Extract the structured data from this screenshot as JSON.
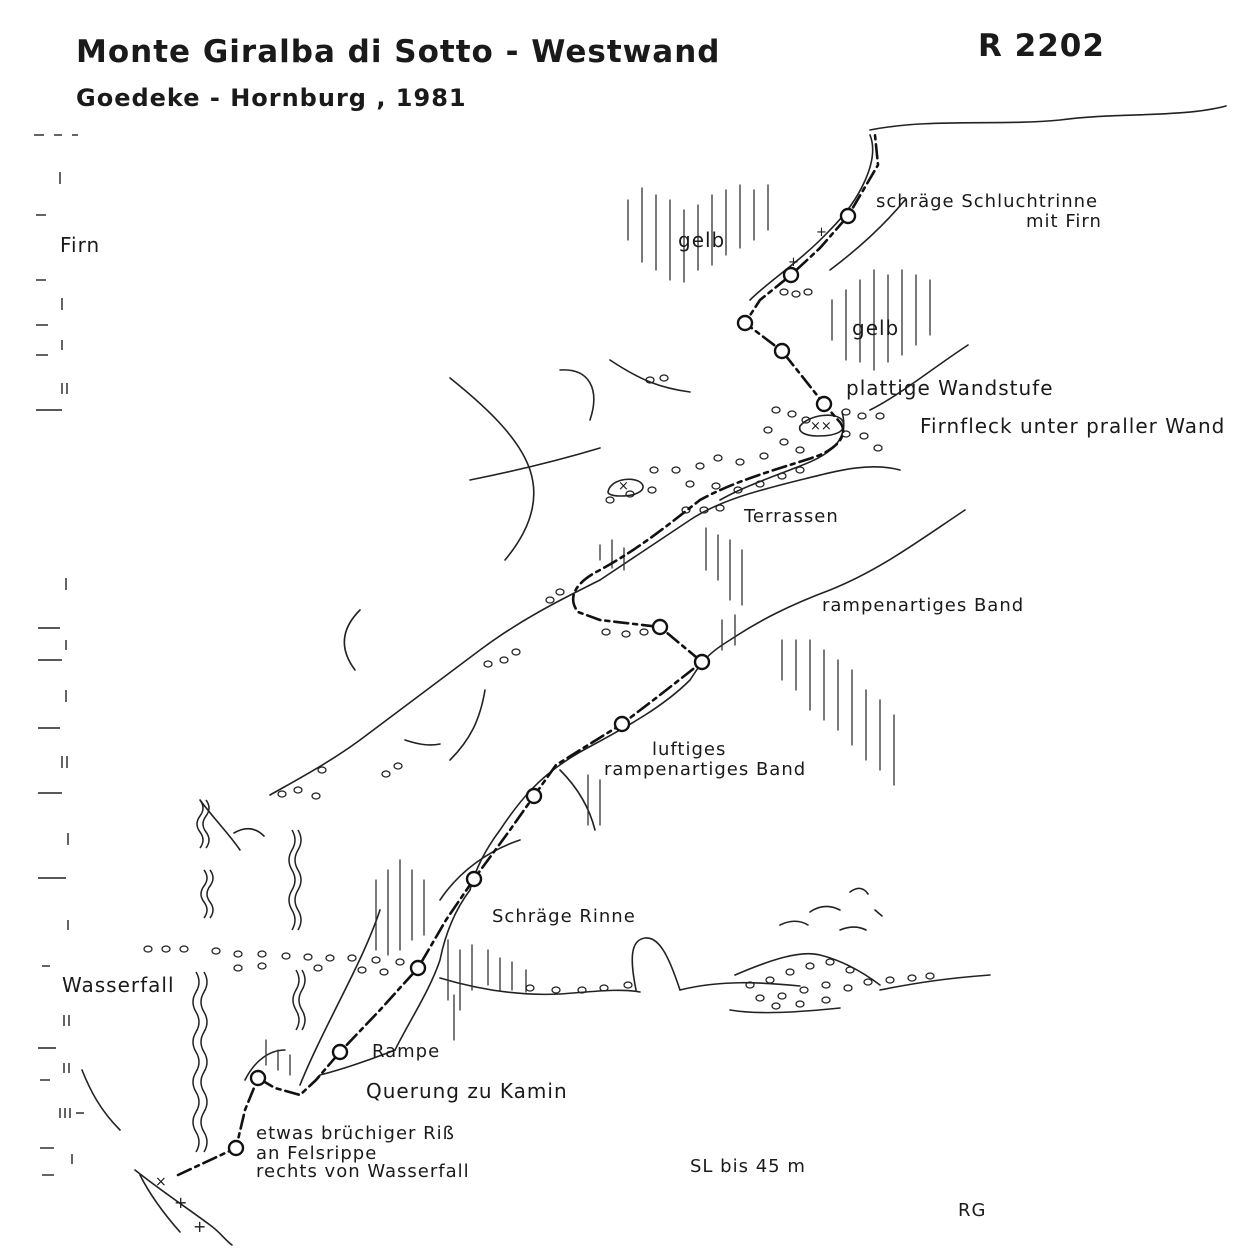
{
  "header": {
    "title": "Monte Giralba di Sotto - Westwand",
    "route_number": "R 2202",
    "authors": "Goedeke - Hornburg , 1981"
  },
  "labels": {
    "firn": "Firn",
    "wasserfall": "Wasserfall",
    "gelb_upper": "gelb",
    "gelb_right": "gelb",
    "schlucht_1": "schräge Schluchtrinne",
    "schlucht_2": "mit Firn",
    "wandstufe": "plattige Wandstufe",
    "firnfleck": "Firnfleck unter praller Wand",
    "terrassen": "Terrassen",
    "rampenband": "rampenartiges Band",
    "luftig_1": "luftiges",
    "luftig_2": "rampenartiges Band",
    "rinne": "Schräge Rinne",
    "rampe": "Rampe",
    "querung": "Querung zu Kamin",
    "riss_1": "etwas brüchiger Riß",
    "riss_2": "an Felsrippe",
    "riss_3": "rechts von Wasserfall",
    "sl": "SL bis 45 m",
    "initials": "RG"
  },
  "legend": {
    "belay_symbol": "circle",
    "route_line": "dash-dot"
  }
}
